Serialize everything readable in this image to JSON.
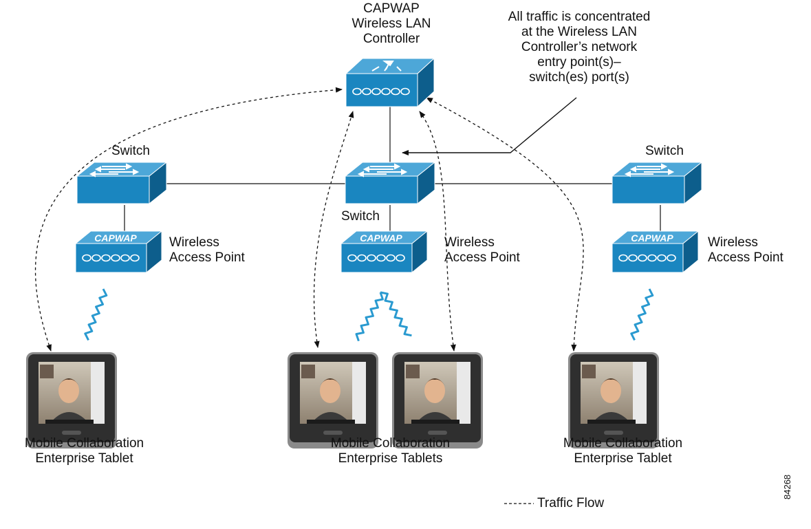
{
  "controller": {
    "label": "CAPWAP\nWireless LAN\nController"
  },
  "annotation": "All traffic is concentrated\nat the Wireless LAN\nController’s network\nentry point(s)–\nswitch(es) port(s)",
  "switch_label": "Switch",
  "ap_badge": "CAPWAP",
  "access_point_label": "Wireless\nAccess Point",
  "tablets": {
    "single": "Mobile Collaboration\nEnterprise Tablet",
    "pair": "Mobile Collaboration\nEnterprise Tablets"
  },
  "legend": {
    "traffic_flow": "Traffic Flow"
  },
  "figure_number": "84268",
  "colors": {
    "device_blue": "#1a86c0",
    "device_dark": "#0d5e8c",
    "tablet_frame": "#3b3b3b",
    "signal": "#2a9ad0"
  }
}
